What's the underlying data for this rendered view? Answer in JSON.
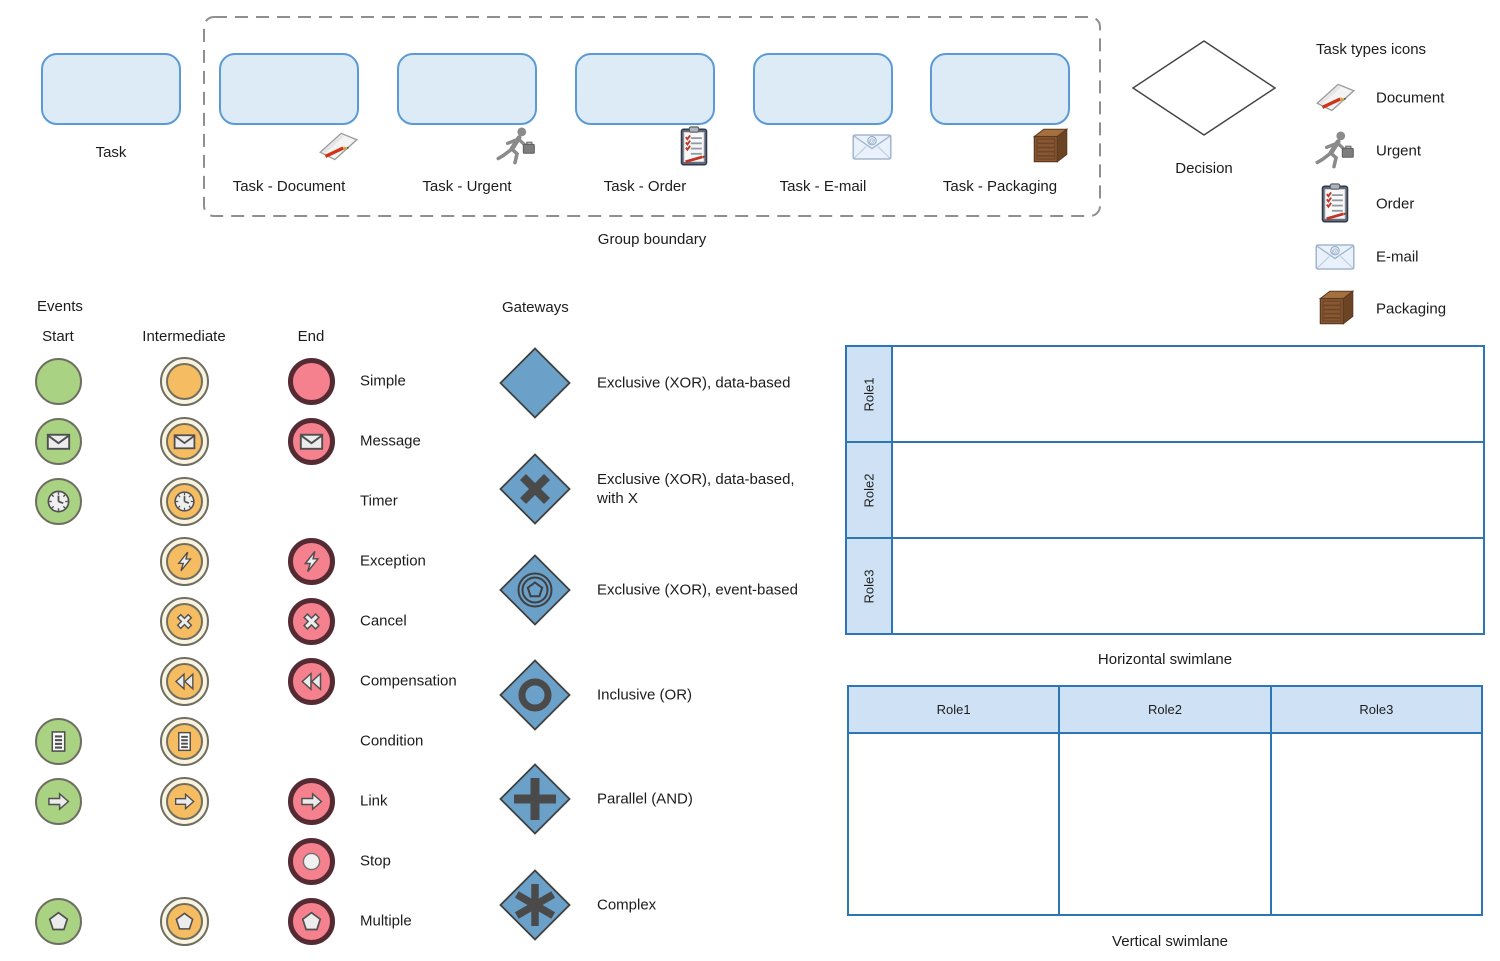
{
  "colors": {
    "task_fill": "#ddebf7",
    "task_border": "#5b9bd5",
    "gateway_fill": "#6ba1c9",
    "gateway_symbol": "#4a4a4a",
    "start_fill": "#a9d383",
    "intermediate_fill": "#f5bc61",
    "intermediate_ring": "#f9f3e0",
    "end_fill": "#f5818e",
    "end_border": "#542a33",
    "event_border": "#6e6e62",
    "swimlane_header_fill": "#cfe2f5",
    "swimlane_border": "#2e75b6",
    "boundary_dash": "#8f8f8f",
    "text": "#1c1c1c"
  },
  "tasks": {
    "plain_label": "Task",
    "group_label": "Group boundary",
    "items": [
      {
        "label": "Task - Document",
        "icon": "document-icon"
      },
      {
        "label": "Task - Urgent",
        "icon": "urgent-icon"
      },
      {
        "label": "Task - Order",
        "icon": "order-icon"
      },
      {
        "label": "Task - E-mail",
        "icon": "email-icon"
      },
      {
        "label": "Task - Packaging",
        "icon": "packaging-icon"
      }
    ]
  },
  "decision": {
    "label": "Decision"
  },
  "task_types": {
    "title": "Task types icons",
    "items": [
      {
        "label": "Document",
        "icon": "document-icon"
      },
      {
        "label": "Urgent",
        "icon": "urgent-icon"
      },
      {
        "label": "Order",
        "icon": "order-icon"
      },
      {
        "label": "E-mail",
        "icon": "email-icon"
      },
      {
        "label": "Packaging",
        "icon": "packaging-icon"
      }
    ]
  },
  "events": {
    "title": "Events",
    "columns": [
      "Start",
      "Intermediate",
      "End"
    ],
    "rows": [
      {
        "label": "Simple",
        "icon": "none",
        "start": true,
        "intermediate": true,
        "end": true
      },
      {
        "label": "Message",
        "icon": "message-icon",
        "start": true,
        "intermediate": true,
        "end": true
      },
      {
        "label": "Timer",
        "icon": "timer-icon",
        "start": true,
        "intermediate": true,
        "end": false
      },
      {
        "label": "Exception",
        "icon": "exception-icon",
        "start": false,
        "intermediate": true,
        "end": true
      },
      {
        "label": "Cancel",
        "icon": "cancel-icon",
        "start": false,
        "intermediate": true,
        "end": true
      },
      {
        "label": "Compensation",
        "icon": "compensation-icon",
        "start": false,
        "intermediate": true,
        "end": true
      },
      {
        "label": "Condition",
        "icon": "condition-icon",
        "start": true,
        "intermediate": true,
        "end": false
      },
      {
        "label": "Link",
        "icon": "link-icon",
        "start": true,
        "intermediate": true,
        "end": true
      },
      {
        "label": "Stop",
        "icon": "stop-icon",
        "start": false,
        "intermediate": false,
        "end": true
      },
      {
        "label": "Multiple",
        "icon": "multiple-icon",
        "start": true,
        "intermediate": true,
        "end": true
      }
    ]
  },
  "gateways": {
    "title": "Gateways",
    "items": [
      {
        "label": "Exclusive (XOR), data-based",
        "symbol": "plain",
        "name": "xor-data-based"
      },
      {
        "label": "Exclusive (XOR), data-based,\nwith X",
        "symbol": "x-mark",
        "name": "xor-data-based-with-x"
      },
      {
        "label": "Exclusive (XOR), event-based",
        "symbol": "event-pentagon",
        "name": "xor-event-based"
      },
      {
        "label": "Inclusive (OR)",
        "symbol": "ring",
        "name": "inclusive-or"
      },
      {
        "label": "Parallel (AND)",
        "symbol": "plus",
        "name": "parallel-and"
      },
      {
        "label": "Complex",
        "symbol": "asterisk",
        "name": "complex"
      }
    ]
  },
  "swimlanes": {
    "horizontal": {
      "caption": "Horizontal swimlane",
      "roles": [
        "Role1",
        "Role2",
        "Role3"
      ]
    },
    "vertical": {
      "caption": "Vertical swimlane",
      "roles": [
        "Role1",
        "Role2",
        "Role3"
      ]
    }
  }
}
